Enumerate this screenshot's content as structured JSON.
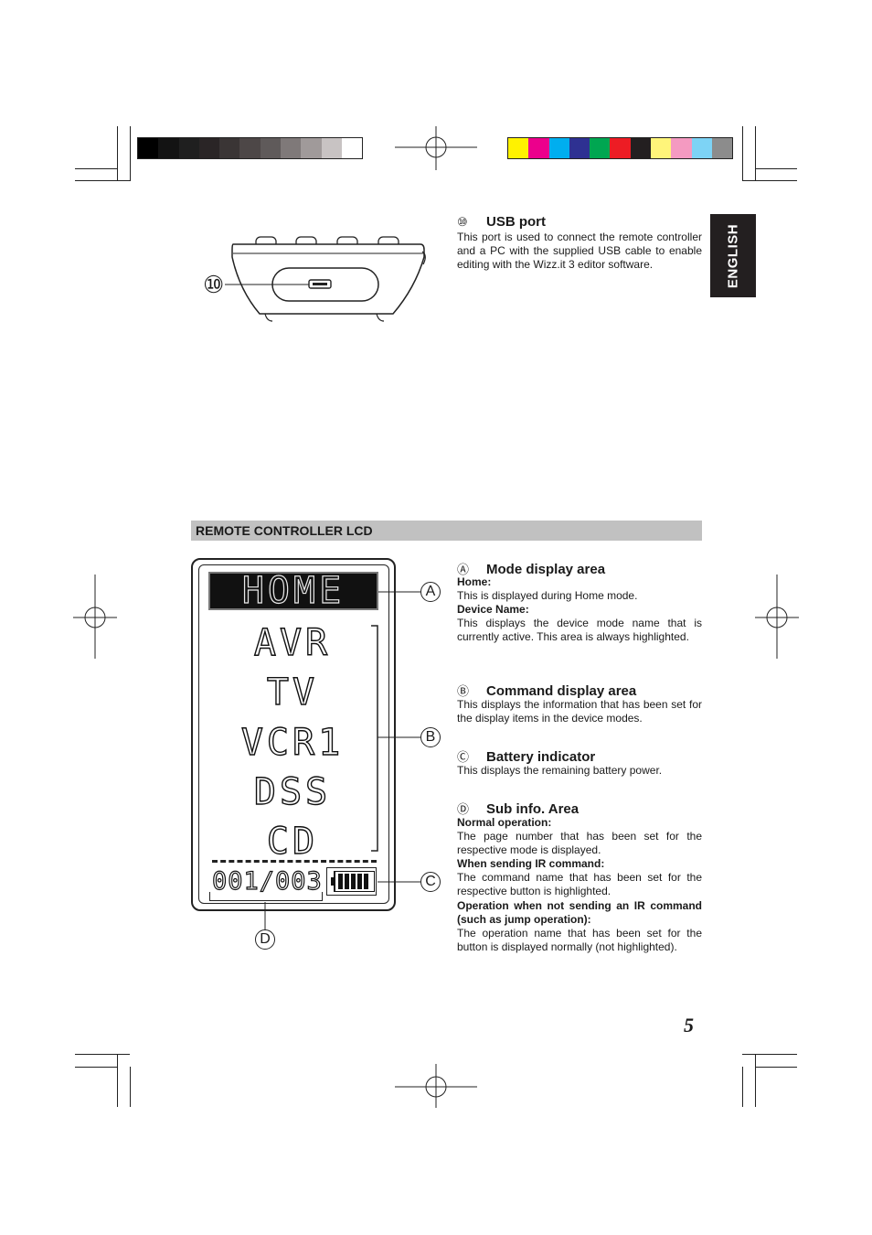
{
  "page": {
    "language_tab": "ENGLISH",
    "page_number": "5"
  },
  "print_marks": {
    "grayscale_swatches": [
      "#000000",
      "#131313",
      "#1f1f1f",
      "#2a2526",
      "#3a3535",
      "#4d4747",
      "#5f5a5a",
      "#7f7979",
      "#a09a9a",
      "#c8c3c3",
      "#ffffff"
    ],
    "color_swatches": [
      "#fff200",
      "#ec008c",
      "#00aeef",
      "#2e3192",
      "#00a651",
      "#ed1c24",
      "#231f20",
      "#fff57a",
      "#f49ac1",
      "#7dd3f5",
      "#8c8c8c"
    ]
  },
  "usb_section": {
    "callout": "⑩",
    "title": "USB port",
    "description": "This port is used to connect the remote controller and a PC with the supplied USB cable to enable editing with the Wizz.it 3 editor software."
  },
  "lcd_section": {
    "heading": "REMOTE CONTROLLER LCD",
    "display": {
      "title_text": "HOME",
      "items": [
        "AVR",
        "TV",
        "VCR1",
        "DSS",
        "CD"
      ],
      "sub_info": "001/003",
      "callouts": {
        "a": "A",
        "b": "B",
        "c": "C",
        "d": "D"
      }
    },
    "items": [
      {
        "mark": "Ⓐ",
        "title": "Mode display area",
        "paragraphs": [
          {
            "label": "Home:",
            "text": "This is displayed during Home mode."
          },
          {
            "label": "Device Name:",
            "text": "This displays the device mode name that is currently active. This area is always highlighted."
          }
        ]
      },
      {
        "mark": "Ⓑ",
        "title": "Command display area",
        "text": "This displays the information that has been set for the display items in the device modes."
      },
      {
        "mark": "Ⓒ",
        "title": "Battery indicator",
        "text": "This displays the remaining battery power."
      },
      {
        "mark": "Ⓓ",
        "title": "Sub info. Area",
        "paragraphs": [
          {
            "label": "Normal operation:",
            "text": "The page number that has been set for the respective mode is displayed."
          },
          {
            "label": "When sending IR command:",
            "text": "The command name that has been set for the respective button is highlighted."
          },
          {
            "label": "Operation when not sending an IR command (such as jump operation):",
            "text": "The operation name that has been set for the button is displayed normally (not highlighted)."
          }
        ]
      }
    ]
  }
}
